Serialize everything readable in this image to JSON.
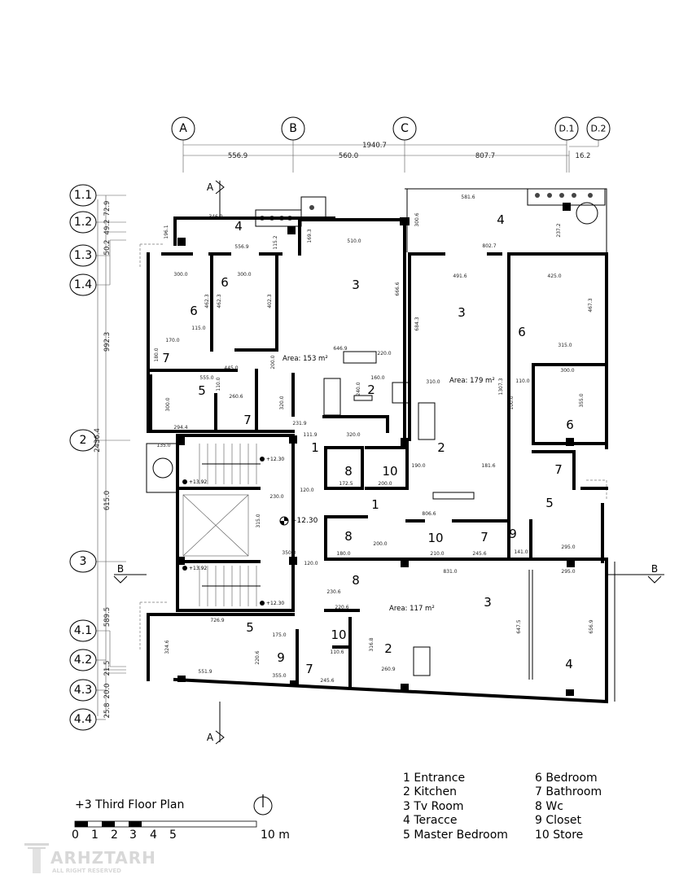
{
  "grid": {
    "columns": [
      "A",
      "B",
      "C",
      "D.1",
      "D.2"
    ],
    "rows": [
      "1.1",
      "1.2",
      "1.3",
      "1.4",
      "2",
      "3",
      "4.1",
      "4.2",
      "4.3",
      "4.4"
    ],
    "top_overall": "1940.7",
    "top_segments": [
      "556.9",
      "560.0",
      "807.7",
      "16.2"
    ],
    "left_overall": "2436.4",
    "left_segments": [
      "72.9",
      "49.2",
      "50.2",
      "992.3",
      "615.0",
      "589.5",
      "21.5",
      "20.0",
      "25.8"
    ]
  },
  "sections": {
    "a": "A",
    "b": "B"
  },
  "rooms": [
    "4",
    "6",
    "6",
    "3",
    "7",
    "5",
    "7",
    "2",
    "1",
    "4",
    "3",
    "6",
    "2",
    "6",
    "8",
    "10",
    "7",
    "1",
    "5",
    "8",
    "10",
    "7",
    "9",
    "8",
    "3",
    "5",
    "2",
    "10",
    "9",
    "7",
    "4"
  ],
  "areas": [
    "Area: 153 m²",
    "Area: 179 m²",
    "Area: 117 m²"
  ],
  "levels": [
    "+12.30",
    "+13.92",
    "+12.30",
    "+13.92",
    "+12.30"
  ],
  "dims": [
    "346.9",
    "196.1",
    "556.9",
    "115.2",
    "169.3",
    "510.0",
    "666.6",
    "300.0",
    "300.0",
    "462.3",
    "462.3",
    "402.3",
    "115.0",
    "170.0",
    "180.0",
    "445.0",
    "646.9",
    "220.0",
    "555.0",
    "110.0",
    "160.0",
    "240.0",
    "260.6",
    "300.0",
    "320.0",
    "200.0",
    "294.4",
    "231.9",
    "111.9",
    "320.0",
    "135.0",
    "581.6",
    "300.6",
    "237.2",
    "802.7",
    "491.6",
    "425.0",
    "684.3",
    "467.3",
    "315.0",
    "300.0",
    "110.0",
    "310.0",
    "1307.3",
    "100.0",
    "355.0",
    "190.0",
    "181.6",
    "172.5",
    "200.0",
    "230.0",
    "120.0",
    "315.0",
    "350.0",
    "120.0",
    "806.6",
    "200.0",
    "210.0",
    "180.0",
    "245.6",
    "141.0",
    "295.0",
    "831.0",
    "295.0",
    "647.5",
    "656.9",
    "230.6",
    "220.6",
    "726.9",
    "324.6",
    "551.9",
    "175.0",
    "355.0",
    "220.6",
    "316.8",
    "260.9",
    "245.6",
    "110.6"
  ],
  "title": "+3  Third Floor Plan",
  "scale": {
    "labels": [
      "0",
      "1",
      "2",
      "3",
      "4",
      "5"
    ],
    "end_label": "10 m"
  },
  "legend": [
    "1  Entrance",
    "2  Kitchen",
    "3  Tv Room",
    "4  Teracce",
    "5  Master Bedroom",
    "6  Bedroom",
    "7  Bathroom",
    "8  Wc",
    "9  Closet",
    "10  Store"
  ],
  "watermark": {
    "brand": "ARHZTARH",
    "sub": "ALL RIGHT RESERVED"
  }
}
